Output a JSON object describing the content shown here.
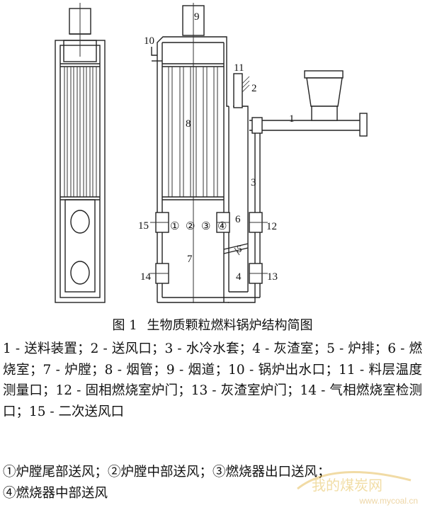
{
  "caption": {
    "figure_no": "图 1",
    "title": "生物质颗粒燃料锅炉结构简图"
  },
  "callouts": {
    "n1": "1",
    "n2": "2",
    "n3": "3",
    "n4": "4",
    "n5": "5",
    "n6": "6",
    "n7": "7",
    "n8": "8",
    "n9": "9",
    "n10": "10",
    "n11": "11",
    "n12": "12",
    "n13": "13",
    "n14": "14",
    "n15": "15",
    "c1": "①",
    "c2": "②",
    "c3": "③",
    "c4": "④"
  },
  "legend_text": "1 - 送料装置；2 - 送风口；3 - 水冷水套；4 - 灰渣室；5 - 炉排；6 - 燃烧室；7 - 炉膛；8 - 烟管；9 - 烟道；10 - 锅炉出水口；11 - 料层温度测量口；12 - 固相燃烧室炉门；13 - 灰渣室炉门；14 - 气相燃烧室检测口；15 - 二次送风口",
  "marker_legend": {
    "line1": "①炉膛尾部送风；②炉膛中部送风；③燃烧器出口送风；",
    "line2": "④燃烧器中部送风"
  },
  "watermark": {
    "brand": "我的煤炭网",
    "url": "www.mycoal.cn"
  }
}
